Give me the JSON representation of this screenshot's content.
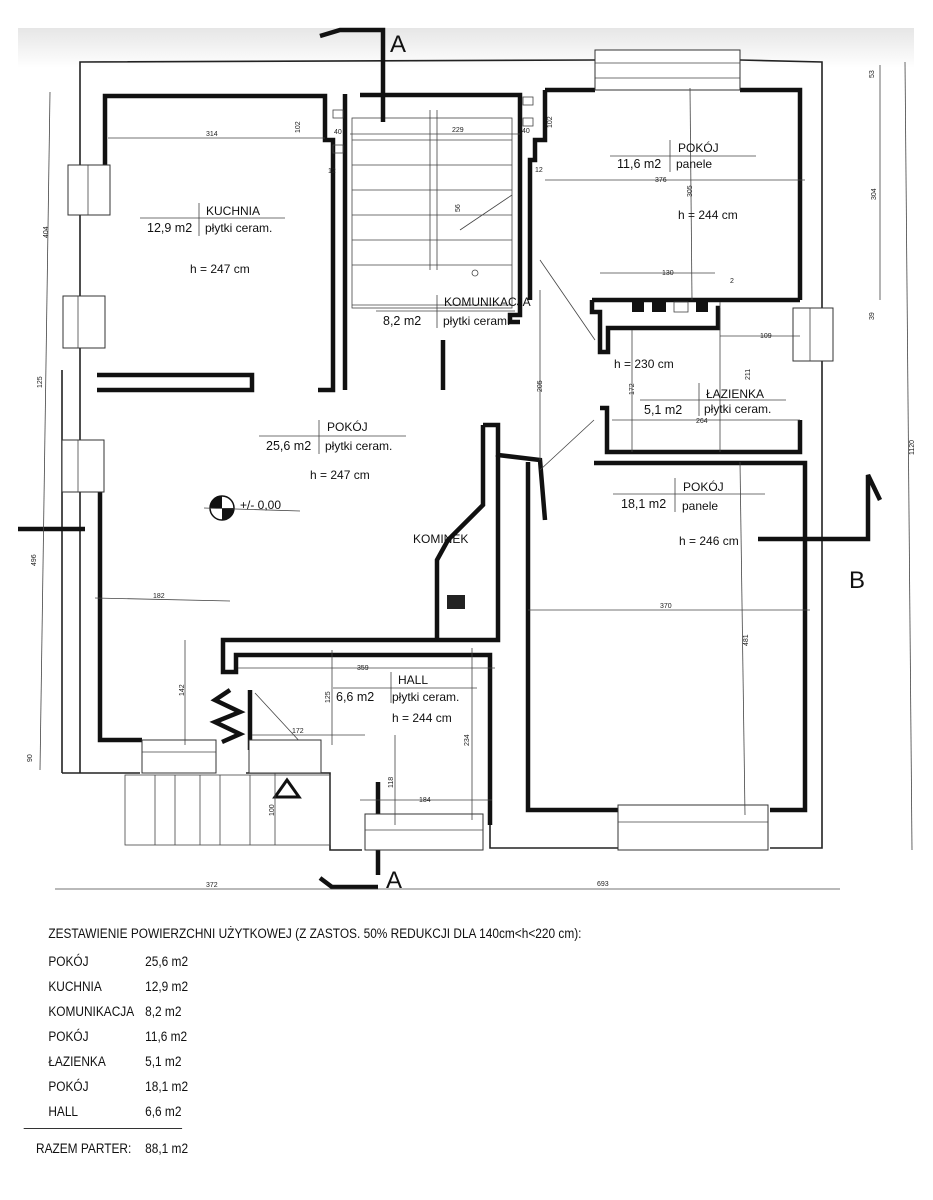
{
  "section_markers": {
    "a_top": "A",
    "a_bottom": "A",
    "b": "B"
  },
  "rooms": {
    "kuchnia": {
      "name": "KUCHNIA",
      "area": "12,9 m2",
      "floor": "płytki ceram.",
      "height": "h = 247 cm"
    },
    "komunikacja": {
      "name": "KOMUNIKACJA",
      "area": "8,2 m2",
      "floor": "płytki ceram."
    },
    "pokoj_11": {
      "name": "POKÓJ",
      "area": "11,6 m2",
      "floor": "panele",
      "height": "h = 244 cm"
    },
    "lazienka": {
      "name": "ŁAZIENKA",
      "area": "5,1 m2",
      "floor": "płytki ceram.",
      "height": "h = 230 cm"
    },
    "pokoj_25": {
      "name": "POKÓJ",
      "area": "25,6 m2",
      "floor": "płytki ceram.",
      "height": "h = 247 cm"
    },
    "pokoj_18": {
      "name": "POKÓJ",
      "area": "18,1 m2",
      "floor": "panele",
      "height": "h = 246 cm"
    },
    "hall": {
      "name": "HALL",
      "area": "6,6 m2",
      "floor": "płytki ceram.",
      "height": "h = 244 cm"
    }
  },
  "level_mark": "+/- 0,00",
  "kominek": "KOMINEK",
  "dimensions": [
    "314",
    "102",
    "40",
    "12",
    "229",
    "56",
    "40",
    "102",
    "12",
    "376",
    "305",
    "130",
    "2",
    "109",
    "205",
    "172",
    "211",
    "264",
    "53",
    "304",
    "39",
    "1120",
    "404",
    "125",
    "496",
    "90",
    "182",
    "142",
    "172",
    "125",
    "359",
    "234",
    "118",
    "184",
    "100",
    "370",
    "481",
    "372",
    "693"
  ],
  "summary": {
    "title": "ZESTAWIENIE POWIERZCHNI UŻYTKOWEJ (Z ZASTOS. 50% REDUKCJI DLA 140cm<h<220 cm):",
    "rows": [
      {
        "name": "POKÓJ",
        "area": "25,6 m2"
      },
      {
        "name": "KUCHNIA",
        "area": "12,9 m2"
      },
      {
        "name": "KOMUNIKACJA",
        "area": "8,2 m2"
      },
      {
        "name": "POKÓJ",
        "area": "11,6 m2"
      },
      {
        "name": "ŁAZIENKA",
        "area": "5,1 m2"
      },
      {
        "name": "POKÓJ",
        "area": "18,1 m2"
      },
      {
        "name": "HALL",
        "area": "6,6 m2"
      }
    ],
    "total_label": "RAZEM PARTER:",
    "total_value": "88,1 m2"
  }
}
